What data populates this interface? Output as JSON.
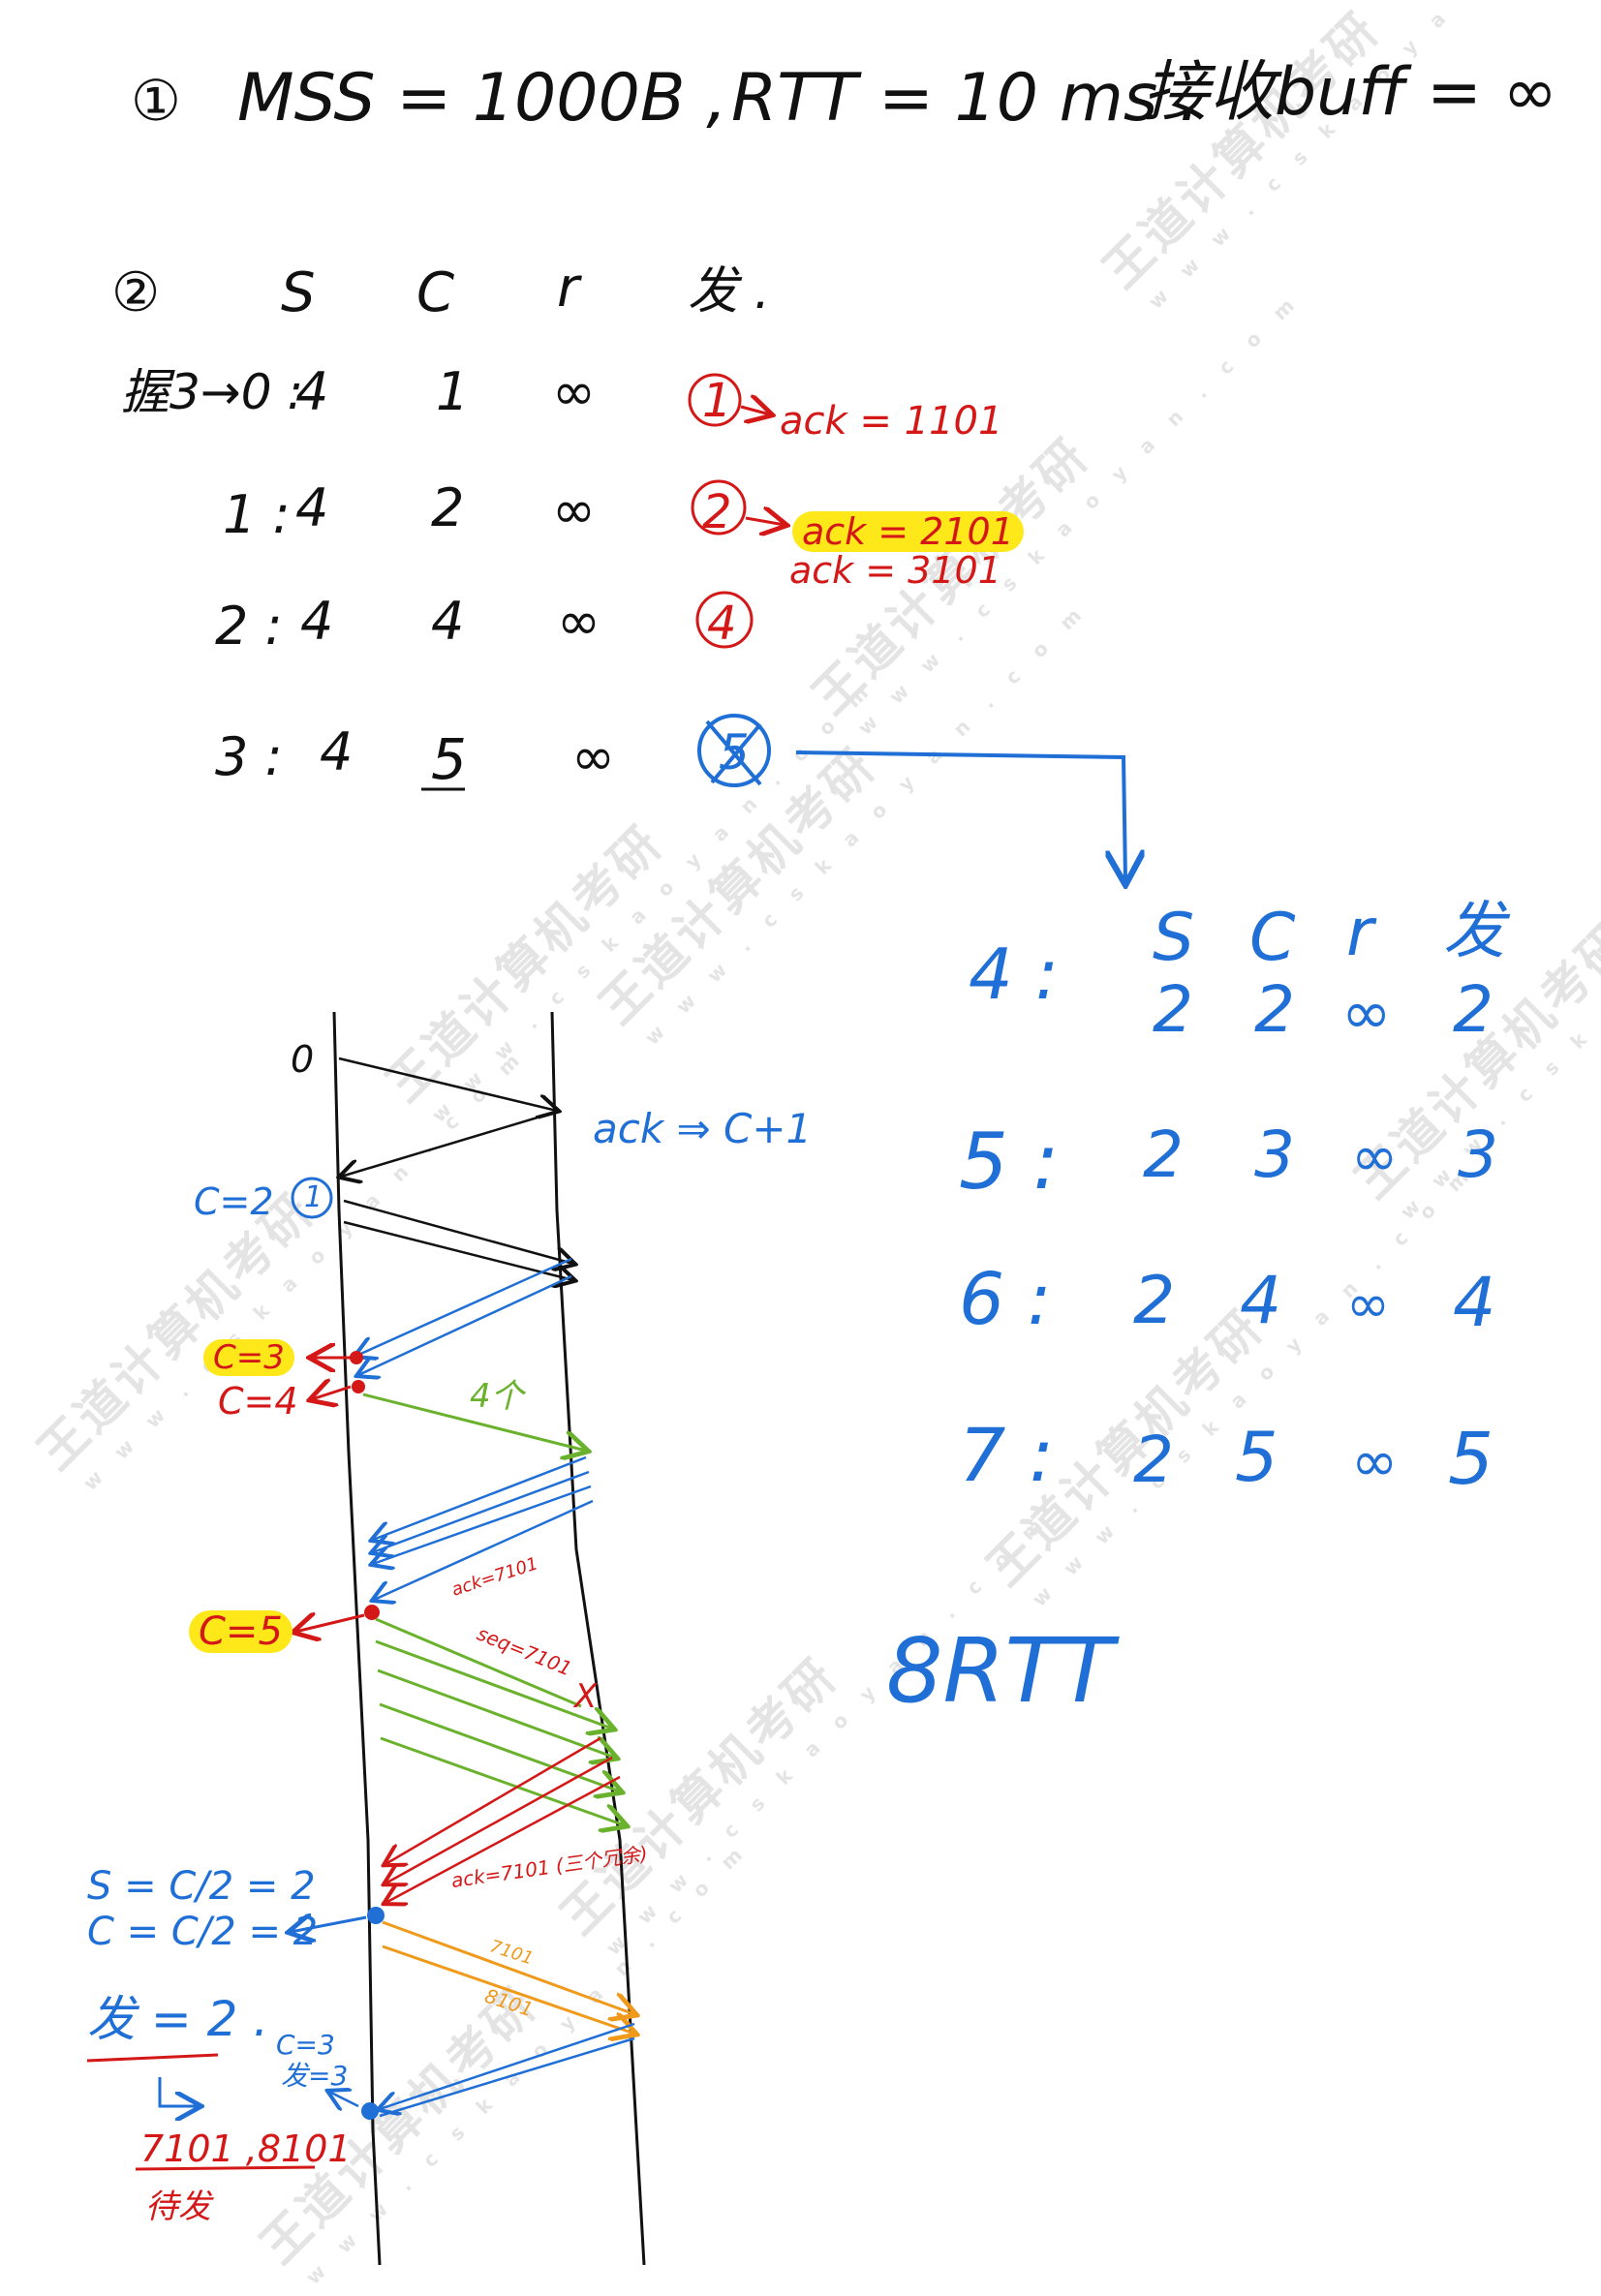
{
  "line1": {
    "num": "①",
    "mss": "MSS = 1000B ,",
    "rtt": "RTT = 10 ms .",
    "buff": "接收buff = ∞"
  },
  "table1": {
    "num": "②",
    "headers": [
      "S",
      "C",
      "r",
      "发 ."
    ],
    "rows": [
      {
        "label": "握3→0 :",
        "s": "4",
        "c": "1",
        "r": "∞",
        "send": "1"
      },
      {
        "label": "1 :",
        "s": "4",
        "c": "2",
        "r": "∞",
        "send": "2"
      },
      {
        "label": "2 :",
        "s": "4",
        "c": "4",
        "r": "∞",
        "send": "4"
      },
      {
        "label": "3 :",
        "s": "4",
        "c": "5",
        "r": "∞",
        "send": "5"
      }
    ],
    "ack_notes": [
      "ack = 1101",
      "ack = 2101",
      "ack = 3101"
    ]
  },
  "table2": {
    "headers": [
      "S",
      "C",
      "r",
      "发"
    ],
    "rows": [
      {
        "label": "4 :",
        "s": "2",
        "c": "2",
        "r": "∞",
        "send": "2"
      },
      {
        "label": "5 :",
        "s": "2",
        "c": "3",
        "r": "∞",
        "send": "3"
      },
      {
        "label": "6 :",
        "s": "2",
        "c": "4",
        "r": "∞",
        "send": "4"
      },
      {
        "label": "7 :",
        "s": "2",
        "c": "5",
        "r": "∞",
        "send": "5"
      }
    ],
    "total": "8RTT"
  },
  "diagram": {
    "zero": "0",
    "ack_rule": "ack ⇒ C+1",
    "c2": "C=2",
    "c2_circle": "1",
    "c3": "C=3",
    "c4": "C=4",
    "four_segs": "4个",
    "ack7101": "ack=7101",
    "c5": "C=5",
    "seq7101": "seq=7101",
    "lost": "X",
    "ack7101_dup": "ack=7101 (三个冗余)",
    "s_half": "S = C/2 = 2",
    "c_half": "C = C/2 = 2",
    "send2": "发 = 2 .",
    "o7101": "7101",
    "o8101": "8101",
    "c3b": "C=3",
    "send3": "发=3",
    "pending_seq": "7101 ,8101",
    "pending": "待发"
  },
  "watermark": {
    "brand": "王道计算机考研",
    "url": "w w w . c s k a o y a n . c o m"
  },
  "colors": {
    "ink": "#111111",
    "red": "#d41818",
    "blue": "#1f6fd6",
    "green": "#6ab22d",
    "orange": "#f09a1c",
    "highlight": "#ffe81a",
    "watermark": "#e4e4e4"
  }
}
